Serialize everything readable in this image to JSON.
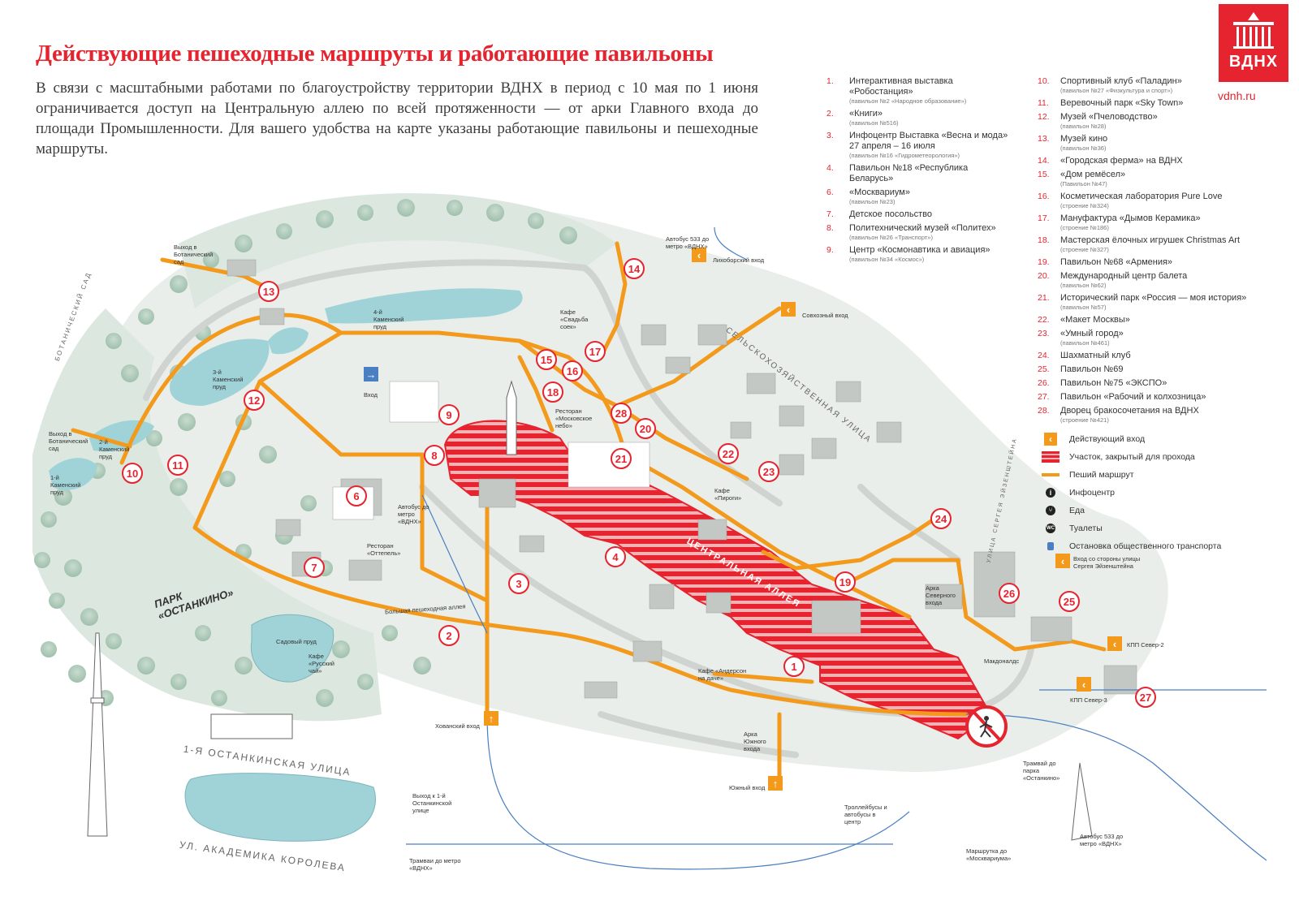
{
  "header": {
    "title": "Действующие пешеходные маршруты и работающие павильоны",
    "intro": "В связи с масштабными работами по благоустройству территории ВДНХ в период с 10 мая по 1 июня ограничивается доступ на Центральную аллею по всей протяженности — от арки Главного входа до площади Промышленности. Для вашего удобства на карте указаны работающие павильоны и пешеходные маршруты."
  },
  "logo": {
    "text": "ВДНХ",
    "site": "vdnh.ru"
  },
  "legend_left": [
    {
      "num": "1.",
      "name": "Интерактивная выставка «Робостанция»",
      "sub": "(павильон №2 «Народное образование»)"
    },
    {
      "num": "2.",
      "name": "«Книги»",
      "sub": "(павильон №516)"
    },
    {
      "num": "3.",
      "name": "Инфоцентр Выставка «Весна и мода» 27 апреля – 16 июля",
      "sub": "(павильон №16 «Гидрометеорология»)"
    },
    {
      "num": "4.",
      "name": "Павильон №18 «Республика Беларусь»",
      "sub": ""
    },
    {
      "num": "6.",
      "name": "«Москвариум»",
      "sub": "(павильон №23)"
    },
    {
      "num": "7.",
      "name": "Детское посольство",
      "sub": ""
    },
    {
      "num": "8.",
      "name": "Политехнический музей «Политех»",
      "sub": "(павильон №26 «Транспорт»)"
    },
    {
      "num": "9.",
      "name": "Центр «Космонавтика и авиация»",
      "sub": "(павильон №34 «Космос»)"
    }
  ],
  "legend_right": [
    {
      "num": "10.",
      "name": "Спортивный клуб «Паладин»",
      "sub": "(павильон №27 «Физкультура и спорт»)"
    },
    {
      "num": "11.",
      "name": "Веревочный парк «Sky Town»",
      "sub": ""
    },
    {
      "num": "12.",
      "name": "Музей «Пчеловодство»",
      "sub": "(павильон №28)"
    },
    {
      "num": "13.",
      "name": "Музей кино",
      "sub": "(павильон №36)"
    },
    {
      "num": "14.",
      "name": "«Городская ферма» на ВДНХ",
      "sub": ""
    },
    {
      "num": "15.",
      "name": "«Дом ремёсел»",
      "sub": "(Павильон №47)"
    },
    {
      "num": "16.",
      "name": "Косметическая лаборатория Pure Love",
      "sub": "(строение №324)"
    },
    {
      "num": "17.",
      "name": "Мануфактура «Дымов Керамика»",
      "sub": "(строение №186)"
    },
    {
      "num": "18.",
      "name": "Мастерская ёлочных игрушек Christmas Art",
      "sub": "(строение №327)"
    },
    {
      "num": "19.",
      "name": "Павильон №68 «Армения»",
      "sub": ""
    },
    {
      "num": "20.",
      "name": "Международный центр балета",
      "sub": "(павильон №62)"
    },
    {
      "num": "21.",
      "name": "Исторический парк «Россия — моя история»",
      "sub": "(павильон №57)"
    },
    {
      "num": "22.",
      "name": "«Макет Москвы»",
      "sub": ""
    },
    {
      "num": "23.",
      "name": "«Умный город»",
      "sub": "(павильон №461)"
    },
    {
      "num": "24.",
      "name": "Шахматный клуб",
      "sub": ""
    },
    {
      "num": "25.",
      "name": "Павильон №69",
      "sub": ""
    },
    {
      "num": "26.",
      "name": "Павильон №75 «ЭКСПО»",
      "sub": ""
    },
    {
      "num": "27.",
      "name": "Павильон «Рабочий и колхозница»",
      "sub": ""
    },
    {
      "num": "28.",
      "name": "Дворец бракосочетания на ВДНХ",
      "sub": "(строение №421)"
    }
  ],
  "key": [
    {
      "icon": "entrance-icon",
      "label": "Действующий вход"
    },
    {
      "icon": "closed-area-icon",
      "label": "Участок, закрытый для прохода"
    },
    {
      "icon": "walk-route-icon",
      "label": "Пеший маршрут"
    },
    {
      "icon": "info-icon",
      "label": "Инфоцентр"
    },
    {
      "icon": "food-icon",
      "label": "Еда"
    },
    {
      "icon": "wc-icon",
      "label": "Туалеты"
    },
    {
      "icon": "bus-icon",
      "label": "Остановка общественного транспорта"
    }
  ],
  "map": {
    "pins": [
      "1",
      "2",
      "3",
      "4",
      "6",
      "7",
      "8",
      "9",
      "10",
      "11",
      "12",
      "13",
      "14",
      "15",
      "16",
      "17",
      "18",
      "19",
      "20",
      "21",
      "22",
      "23",
      "24",
      "25",
      "26",
      "27",
      "28"
    ],
    "streets": {
      "s1": "СЕЛЬСКОХОЗЯЙСТВЕННАЯ УЛИЦА",
      "s2": "1-Я ОСТАНКИНСКАЯ УЛИЦА",
      "s3": "УЛ. АКАДЕМИКА КОРОЛЕВА",
      "s4": "БОТАНИЧЕСКИЙ САД",
      "park": "ПАРК «ОСТАНКИНО»",
      "alley": "ЦЕНТРАЛЬНАЯ АЛЛЕЯ"
    },
    "labels": {
      "exit_bot1": "Выход в Ботанический сад",
      "exit_bot2": "Выход в Ботанический сад",
      "bus533": "Автобус 533 до метро «ВДНХ»",
      "likhobor": "Лихоборский вход",
      "sovkhoz": "Совхозный вход",
      "vkhod": "Вход",
      "bus_vdnh": "Автобус до метро «ВДНХ»",
      "rest_ottepel": "Ресторан «Оттепель»",
      "rest_moscow": "Ресторан «Московское небо»",
      "cafe_svadba": "Кафе «Свадьба соек»",
      "cafe_pirogi": "Кафе «Пироги»",
      "cafe_andersen": "Кафе «Андерсон на даче»",
      "cafe_russian": "Кафе «Русский чай»",
      "sad_prud": "Садовый пруд",
      "khovan": "Хованский вход",
      "exit_ost": "Выход к 1-й Останкинской улице",
      "south": "Южный вход",
      "south_arch": "Арка Южного входа",
      "north_arch": "Арка Северного входа",
      "trolley": "Троллейбусы и автобусы в центр",
      "marshrutka": "Маршрутка до «Москвариума»",
      "tram_vdnh": "Трамваи до метро «ВДНХ»",
      "tram_park": "Трамвай до парка «Останкино»",
      "bus533b": "Автобус 533 до метро «ВДНХ»",
      "kpp2": "КПП Север-2",
      "kpp3": "КПП Север-3",
      "eisenstein": "Вход со стороны улицы Сергея Эйзенштейна",
      "mcdonalds": "Макдоналдс",
      "eisenstein_st": "УЛИЦА СЕРГЕЯ ЭЙЗЕНШТЕЙНА",
      "kamensky1": "1-й Каменский пруд",
      "kamensky2": "2-й Каменский пруд",
      "kamensky3": "3-й Каменский пруд",
      "kamensky4": "4-й Каменский пруд",
      "bolshaya": "Большая пешеходная аллея"
    }
  }
}
